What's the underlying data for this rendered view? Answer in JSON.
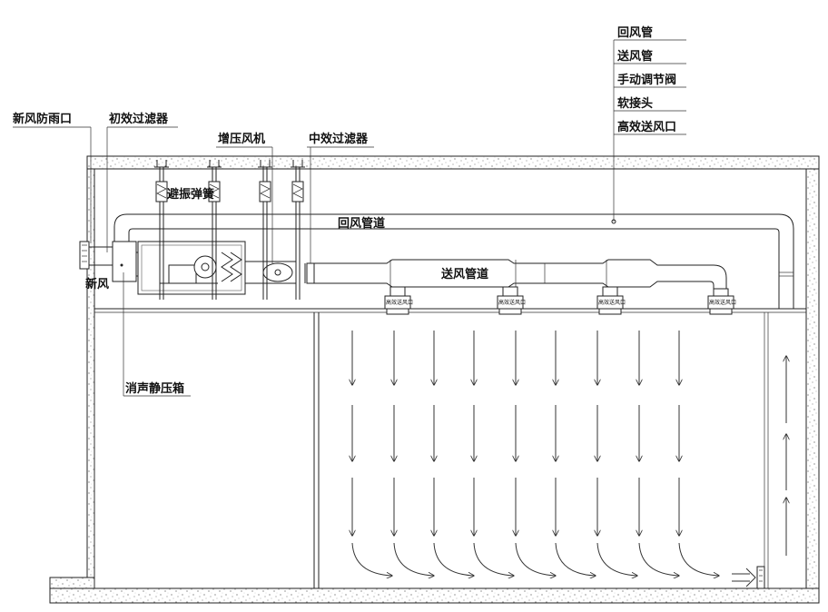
{
  "labels": {
    "return_pipe": "回风管",
    "supply_pipe": "送风管",
    "damper": "手动调节阀",
    "soft_joint": "软接头",
    "hepa_outlet": "高效送风口",
    "fresh_air_louver": "新风防雨口",
    "primary_filter": "初效过滤器",
    "booster_fan": "增压风机",
    "medium_filter": "中效过滤器",
    "vibration_isolator": "避振弹簧",
    "return_duct": "回风管道",
    "supply_duct": "送风管道",
    "fresh_air": "新风",
    "plenum_box": "消声静压箱",
    "outlet_tag": "高效送风口"
  },
  "colors": {
    "line": "#222222",
    "concrete_dots": "#555555",
    "background": "#ffffff"
  }
}
